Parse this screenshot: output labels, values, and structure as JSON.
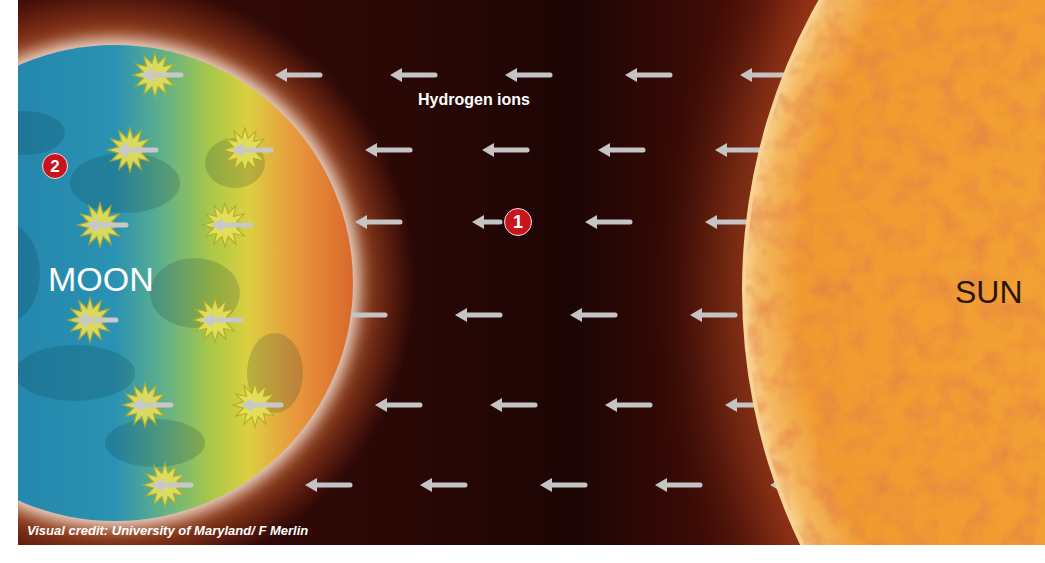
{
  "diagram": {
    "nodes": [
      {
        "text": [
          "MOON"
        ]
      },
      {
        "text": [
          "SUN"
        ]
      }
    ],
    "labels": [
      "Hydrogen ions",
      "1",
      "2",
      "Visual credit: University of Maryland/ F Merlin"
    ]
  }
}
